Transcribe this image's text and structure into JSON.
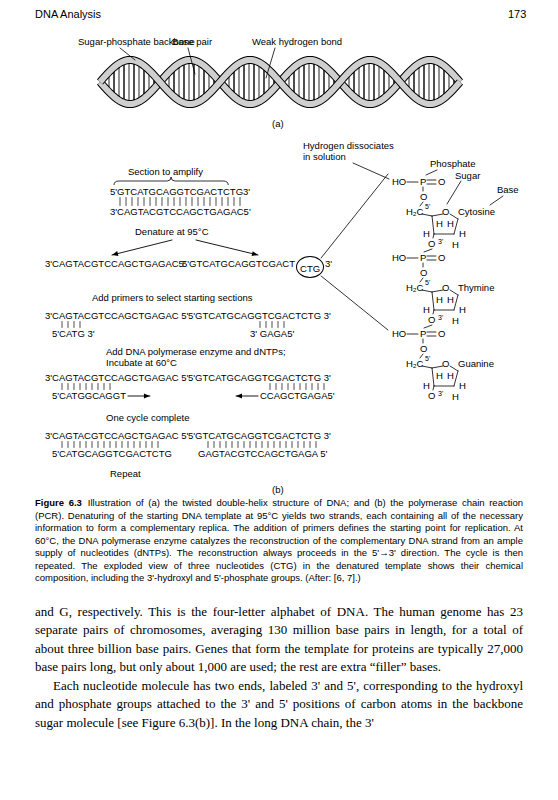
{
  "diagram": {
    "caption": "Illustration of (a) the twisted double-helix structure of DNA; and (b) the polymerase chain reaction (PCR). Denaturing of the starting DNA template at 95°C yields two strands, each containing all of the necessary information to form a complementary replica. The addition of primers defines the starting point for replication. At 60°C, the DNA polymerase enzyme catalyzes the reconstruction of the complementary DNA strand from an ample supply of nucleotides (dNTPs). The reconstruction always proceeds in the 5'→3' direction. The cycle is then repeated. The exploded view of three nucleotides (CTG) in the denatured template shows their chemical composition, including the 3'-hydroxyl and 5'-phosphate groups. (After: [6, 7].)",
    "nodes": [
      {
        "text": [
          "CTG"
        ]
      }
    ],
    "labels": [
      "DNA Analysis",
      "173",
      "Sugar-phosphate backbone",
      "Base pair",
      "Weak hydrogen bond",
      "(a)",
      "Hydrogen dissociates in solution",
      "Phosphate",
      "Sugar",
      "Base",
      "Section to amplify",
      "5'GTCATGCAGGTCGACTCTG3'",
      "3'CAGTACGTCCAGCTGAGAC5'",
      "Denature at 95°C",
      "3'CAGTACGTCCAGCTGAGAC5'",
      "5'GTCATGCAGGTCGACT",
      "3'",
      "Add primers to select starting sections",
      "3'CAGTACGTCCAGCTGAGAC 5'",
      "5'GTCATGCAGGTCGACTCTG 3'",
      "5'CATG 3'",
      "3' GAGA5'",
      "Add DNA polymerase enzyme and dNTPs;",
      "Incubate at 60°C",
      "3'CAGTACGTCCAGCTGAGAC 5'",
      "5'GTCATGCAGGTCGACTCTG 3'",
      "5'CATGGCAGGT",
      "CCAGCTGAGA5'",
      "One cycle complete",
      "3'CAGTACGTCCAGCTGAGAC 5'",
      "5'GTCATGCAGGTCGACTCTG 3'",
      "5'CATGCAGGTCGACTCTG",
      "GAGTACGTCCAGCTGAGA 5'",
      "Repeat",
      "(b)",
      "HO",
      "P",
      "O",
      "O",
      "H₂C",
      "5'",
      "O",
      "Cytosine",
      "H",
      "H",
      "H",
      "H",
      "O",
      "3'",
      "H",
      "HO",
      "P",
      "O",
      "O",
      "H₂C",
      "5'",
      "O",
      "Thymine",
      "H",
      "H",
      "H",
      "H",
      "O",
      "3'",
      "H",
      "HO",
      "P",
      "O",
      "O",
      "H₂C",
      "5'",
      "O",
      "Guanine",
      "H",
      "H",
      "H",
      "H",
      "O",
      "3'",
      "H",
      "Figure 6.3",
      "and G, respectively. This is the four-letter alphabet of DNA. The human genome has 23 separate pairs of chromosomes, averaging 130 million base pairs in length, for a total of about three billion base pairs. Genes that form the template for proteins are typically 27,000 base pairs long, but only about 1,000 are used; the rest are extra “filler” bases.",
      "Each nucleotide molecule has two ends, labeled 3' and 5', corresponding to the hydroxyl and phosphate groups attached to the 3' and 5' positions of carbon atoms in the backbone sugar molecule [see Figure 6.3(b)]. In the long DNA chain, the 3'"
    ]
  }
}
